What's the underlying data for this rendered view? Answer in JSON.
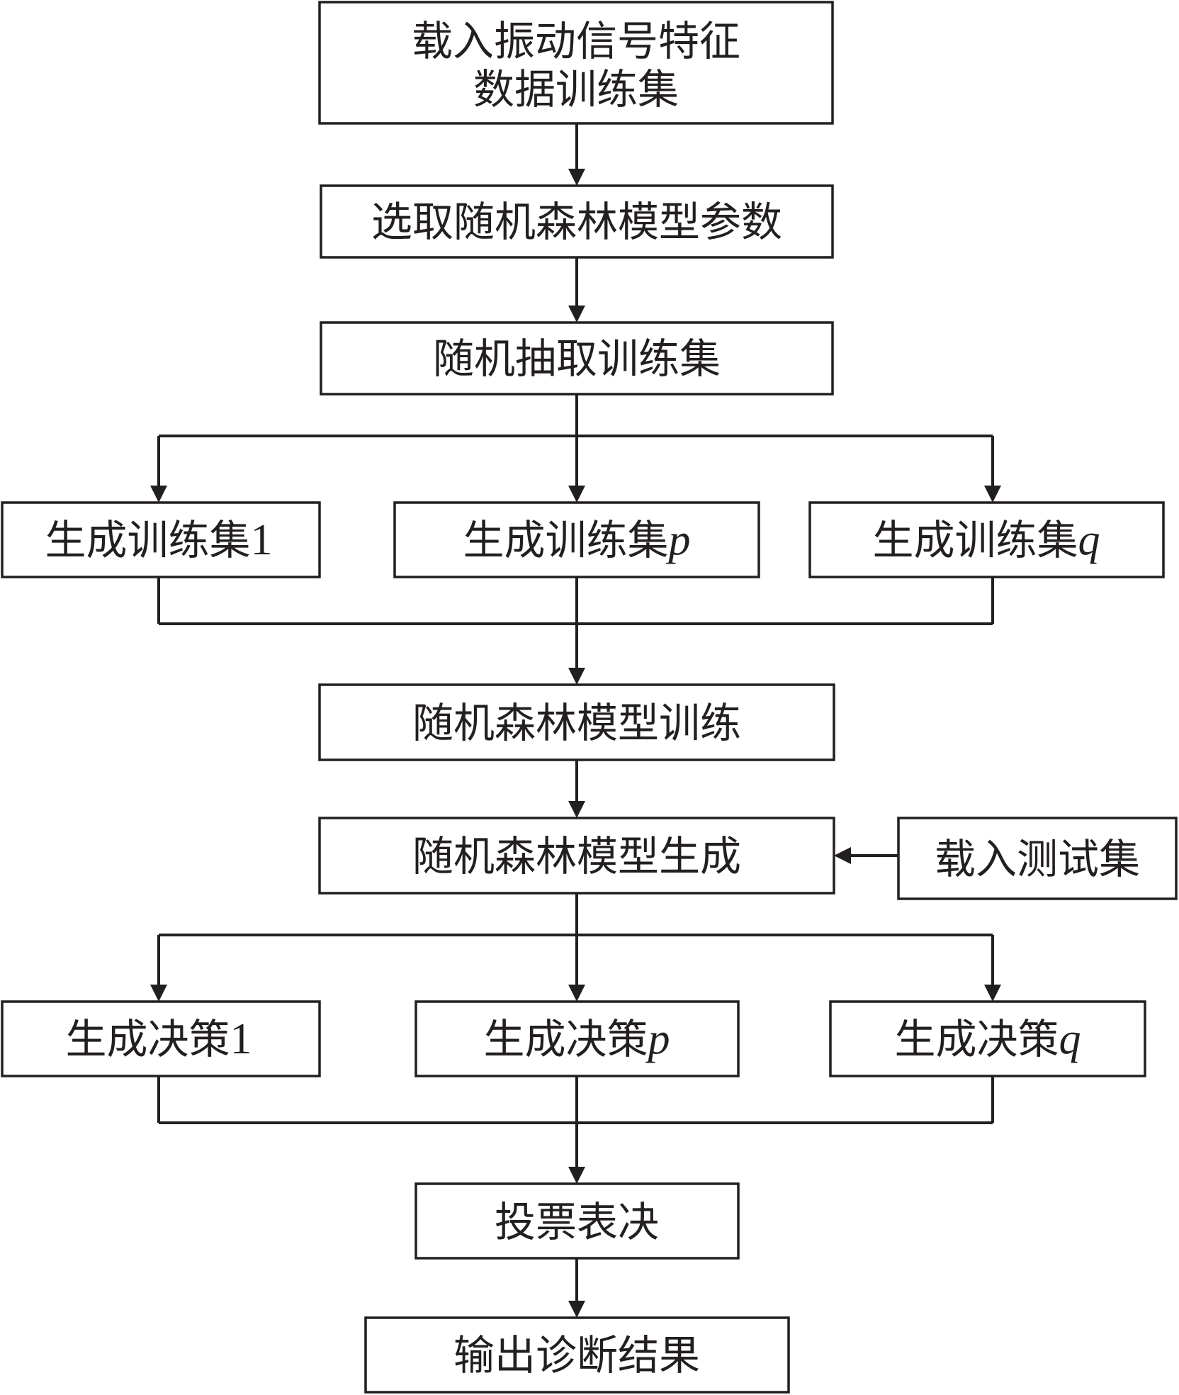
{
  "nodes": {
    "load_train": {
      "line1": "载入振动信号特征",
      "line2": "数据训练集"
    },
    "select_params": {
      "label": "选取随机森林模型参数"
    },
    "random_sample": {
      "label": "随机抽取训练集"
    },
    "gen_train_1": {
      "text": "生成训练集",
      "suffix": "1"
    },
    "gen_train_p": {
      "text": "生成训练集",
      "suffix": "p"
    },
    "gen_train_q": {
      "text": "生成训练集",
      "suffix": "q"
    },
    "rf_train": {
      "label": "随机森林模型训练"
    },
    "rf_generate": {
      "label": "随机森林模型生成"
    },
    "load_test": {
      "label": "载入测试集"
    },
    "gen_decision_1": {
      "text": "生成决策",
      "suffix": "1"
    },
    "gen_decision_p": {
      "text": "生成决策",
      "suffix": "p"
    },
    "gen_decision_q": {
      "text": "生成决策",
      "suffix": "q"
    },
    "vote": {
      "label": "投票表决"
    },
    "output": {
      "label": "输出诊断结果"
    }
  },
  "colors": {
    "line": "#231f20",
    "background": "#ffffff"
  }
}
